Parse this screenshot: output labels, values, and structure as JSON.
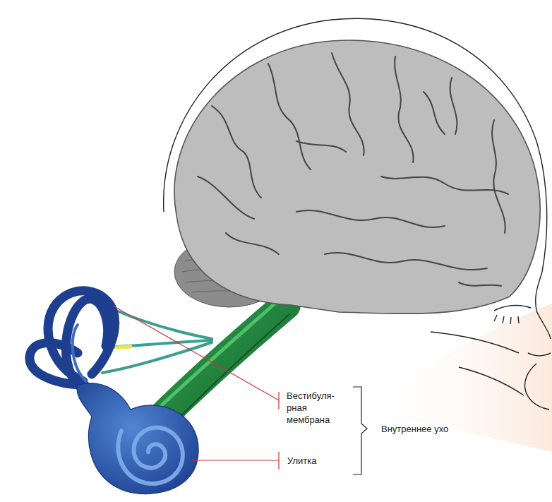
{
  "diagram": {
    "labels": [
      "Вестибуля- рная мембрана",
      "Улитка",
      "Внутреннее ухо"
    ]
  }
}
